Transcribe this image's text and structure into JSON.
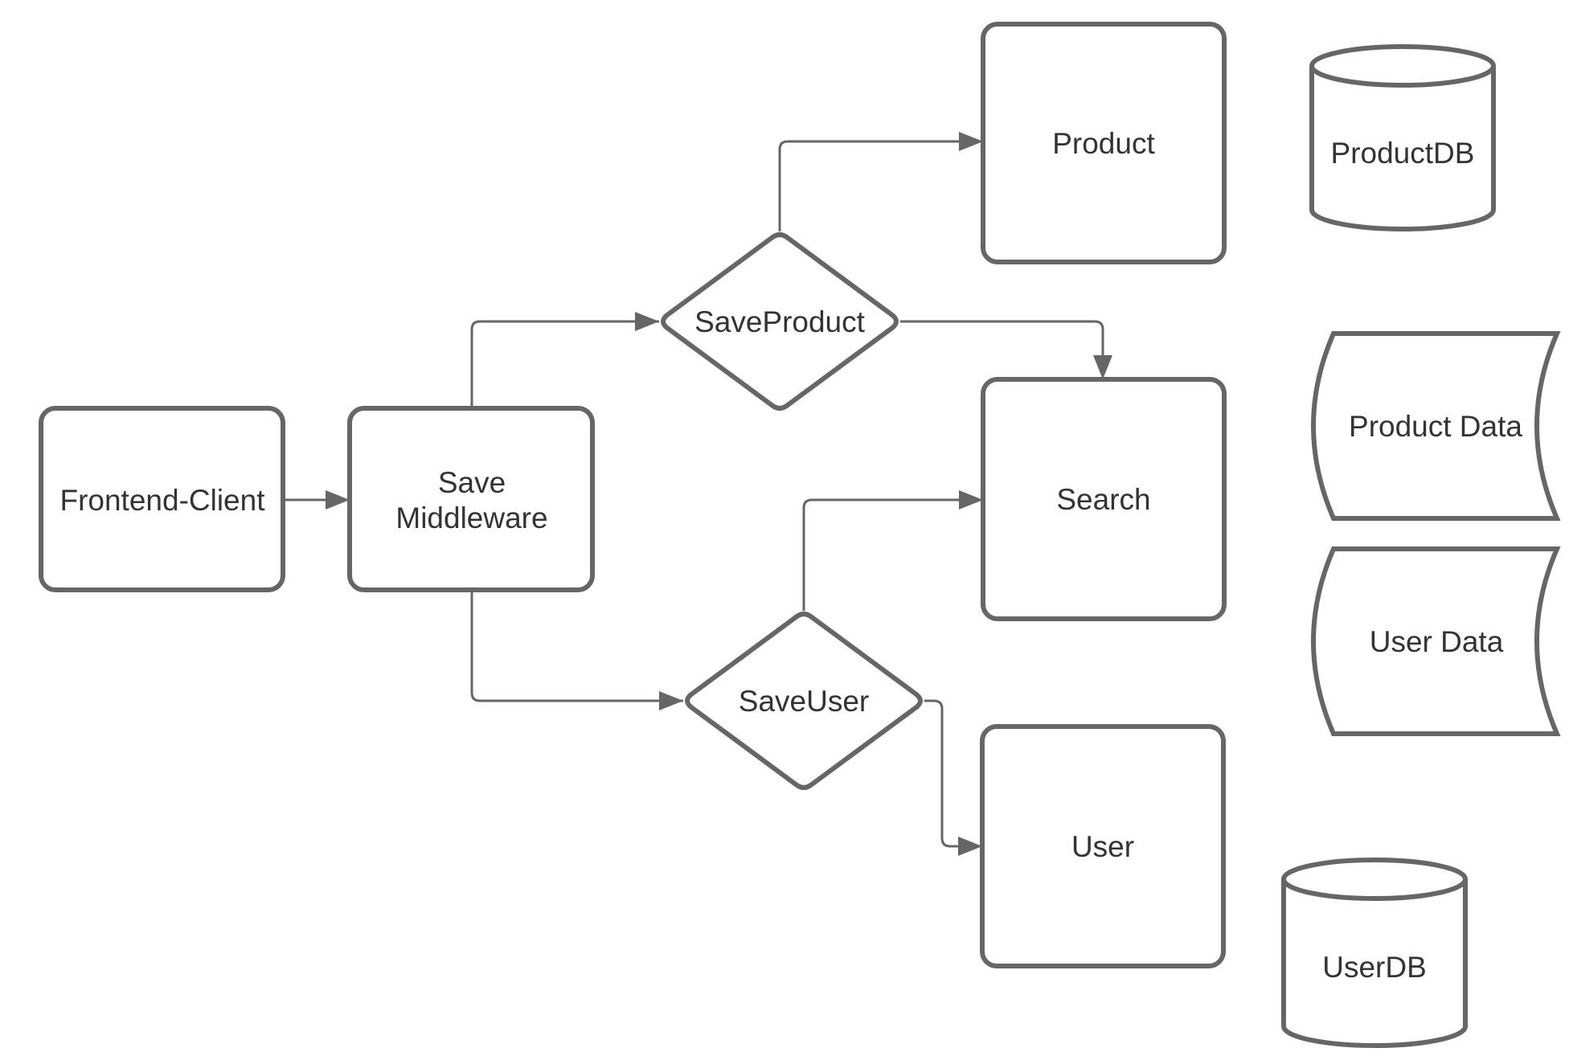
{
  "colors": {
    "background": "#ffffff",
    "shape_stroke": "#666666",
    "shape_fill": "#ffffff",
    "arrow": "#666666",
    "text": "#333333"
  },
  "nodes": {
    "frontend_client": {
      "label": "Frontend-Client",
      "shape": "rounded-rectangle"
    },
    "save_middleware": {
      "label": "Save Middleware",
      "lines": [
        "Save",
        "Middleware"
      ],
      "shape": "rounded-rectangle"
    },
    "save_product": {
      "label": "SaveProduct",
      "shape": "decision-diamond"
    },
    "save_user": {
      "label": "SaveUser",
      "shape": "decision-diamond"
    },
    "product": {
      "label": "Product",
      "shape": "rounded-rectangle"
    },
    "search": {
      "label": "Search",
      "shape": "rounded-rectangle"
    },
    "user": {
      "label": "User",
      "shape": "rounded-rectangle"
    },
    "product_db": {
      "label": "ProductDB",
      "shape": "database-cylinder"
    },
    "user_db": {
      "label": "UserDB",
      "shape": "database-cylinder"
    },
    "product_data": {
      "label": "Product Data",
      "shape": "stored-data"
    },
    "user_data": {
      "label": "User Data",
      "shape": "stored-data"
    }
  },
  "edges": [
    {
      "from": "frontend_client",
      "to": "save_middleware"
    },
    {
      "from": "save_middleware",
      "to": "save_product"
    },
    {
      "from": "save_middleware",
      "to": "save_user"
    },
    {
      "from": "save_product",
      "to": "product"
    },
    {
      "from": "save_product",
      "to": "search"
    },
    {
      "from": "save_user",
      "to": "search"
    },
    {
      "from": "save_user",
      "to": "user"
    }
  ]
}
